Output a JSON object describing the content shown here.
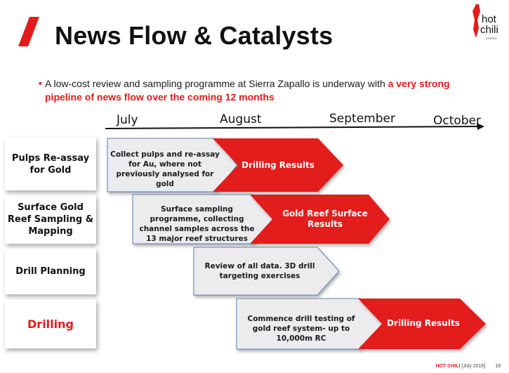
{
  "header": {
    "title": "News Flow & Catalysts"
  },
  "logo": {
    "text_top": "hot",
    "text_bottom": "chili",
    "tagline": "LIMITED",
    "accent": "#e31b1b"
  },
  "bullet": {
    "text": "A low-cost review and sampling programme at Sierra Zapallo is underway with ",
    "highlight": "a very strong pipeline of news flow over the coming 12 months"
  },
  "timeline": {
    "months": [
      "July",
      "August",
      "September",
      "October"
    ]
  },
  "rows": [
    {
      "label": "Pulps Re-assay for Gold",
      "task": "Collect pulps and re-assay for Au, where not previously analysed for gold",
      "result": "Drilling Results"
    },
    {
      "label": "Surface Gold Reef Sampling & Mapping",
      "task": "Surface sampling programme, collecting channel samples across the 13 major reef structures",
      "result": "Gold Reef Surface Results"
    },
    {
      "label": "Drill Planning",
      "task": "Review of all data. 3D drill targeting exercises",
      "result": ""
    },
    {
      "label": "Drilling",
      "task": "Commence drill testing of gold reef system- up to 10,000m RC",
      "result": "Drilling Results"
    }
  ],
  "footer": {
    "brand": "HOT CHILI",
    "date": "[July 2016]",
    "page": "19"
  },
  "colors": {
    "red": "#e31b1b",
    "grey_box": "#ececee",
    "arrow_border": "#5b7fb5"
  }
}
